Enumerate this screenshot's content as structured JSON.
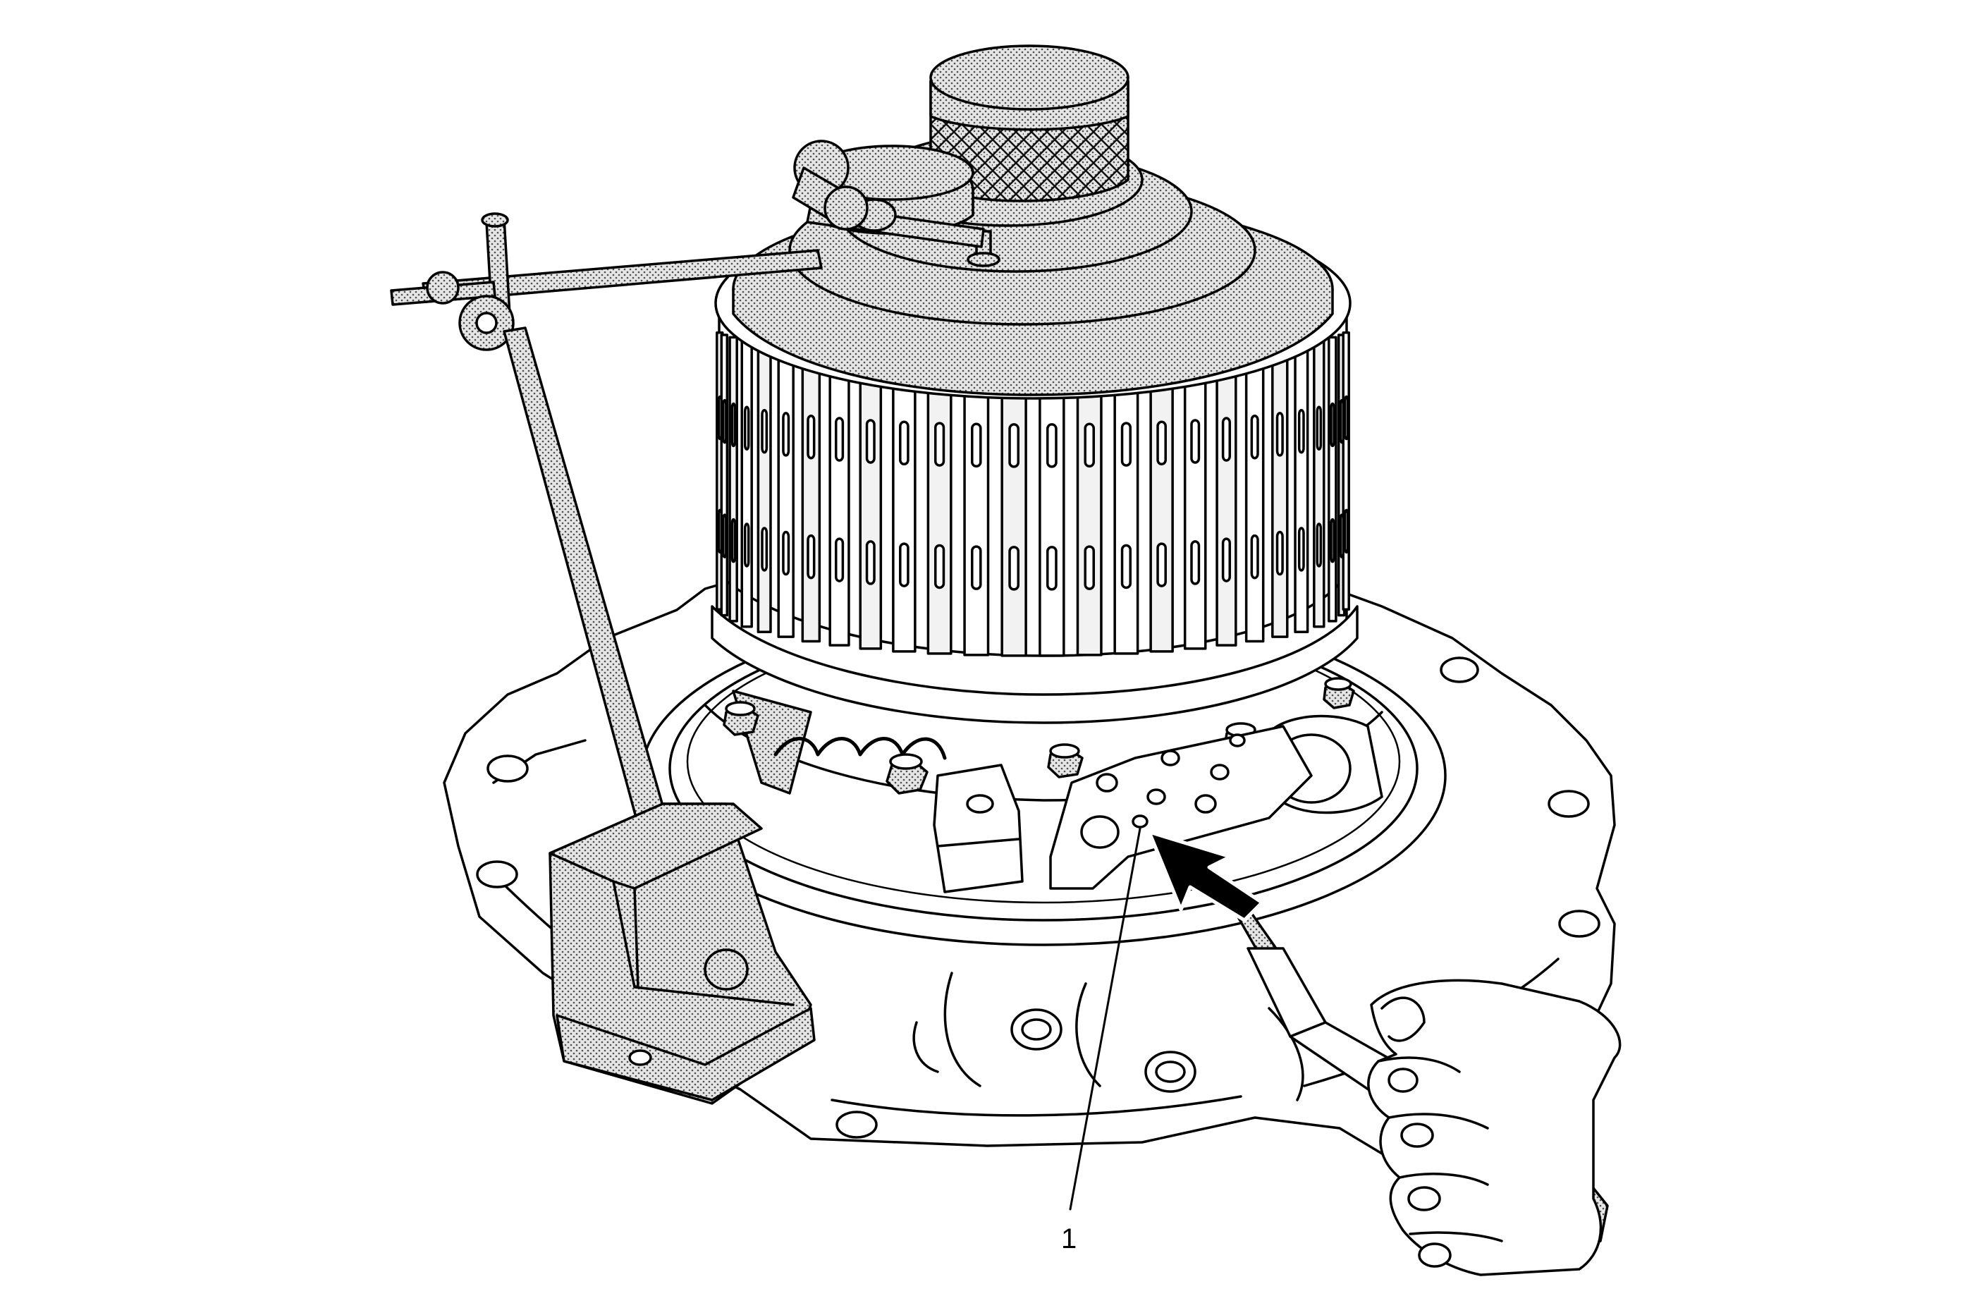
{
  "figure": {
    "callouts": [
      {
        "id": "1",
        "label": "1"
      }
    ],
    "colors": {
      "line": "#000000",
      "background": "#ffffff",
      "shade": "#9a9a9a"
    },
    "components": [
      "transmission-case",
      "clutch-drum",
      "dial-indicator",
      "magnetic-base",
      "air-nozzle",
      "hand",
      "arrow"
    ]
  }
}
